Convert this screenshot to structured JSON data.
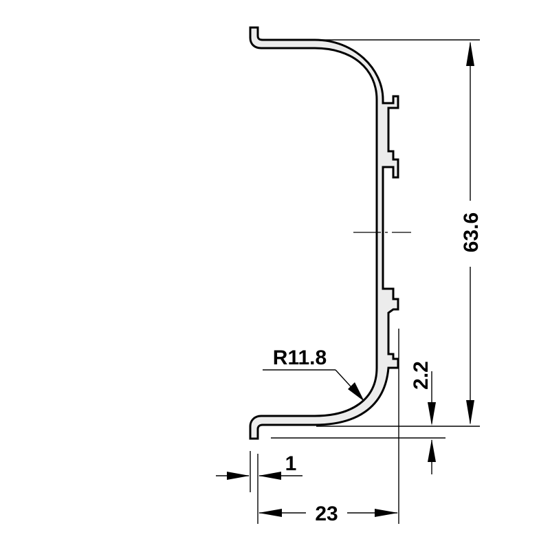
{
  "dimensions": {
    "height": "63.6",
    "width": "23",
    "wall_thickness": "1",
    "radius": "R11.8",
    "offset": "2.2"
  },
  "colors": {
    "profile_fill": "#ececec",
    "line": "#000000",
    "background": "#ffffff"
  }
}
